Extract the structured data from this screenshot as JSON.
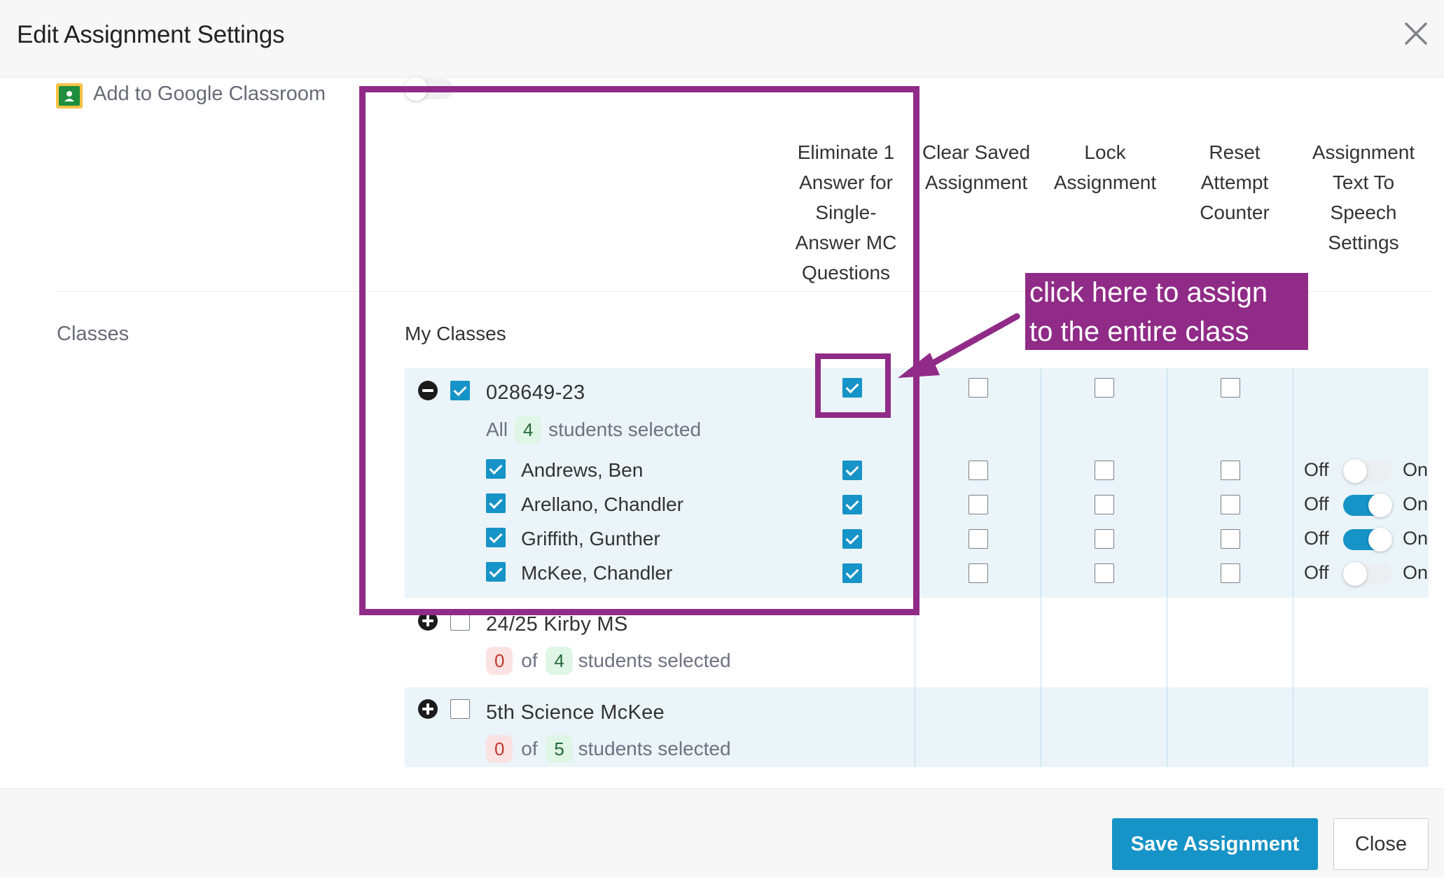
{
  "modal": {
    "title": "Edit Assignment Settings"
  },
  "google_classroom": {
    "label": "Add to Google Classroom",
    "enabled": false
  },
  "columns": [
    {
      "lines": [
        "Eliminate 1",
        "Answer for",
        "Single-",
        "Answer MC",
        "Questions"
      ]
    },
    {
      "lines": [
        "Clear Saved",
        "Assignment"
      ]
    },
    {
      "lines": [
        "Lock",
        "Assignment"
      ]
    },
    {
      "lines": [
        "Reset",
        "Attempt",
        "Counter"
      ]
    },
    {
      "lines": [
        "Assignment",
        "Text To",
        "Speech",
        "Settings"
      ]
    }
  ],
  "sections": {
    "classes_label": "Classes",
    "my_classes_label": "My Classes"
  },
  "classes": [
    {
      "name": "028649-23",
      "expanded": true,
      "checked": true,
      "selection": {
        "prefix": "All",
        "count": "4",
        "suffix": "students selected"
      },
      "column_checks": [
        true,
        false,
        false,
        false
      ],
      "students": [
        {
          "name": "Andrews, Ben",
          "checked": true,
          "eliminate": true,
          "clear": false,
          "lock": false,
          "reset": false,
          "tts_on": false
        },
        {
          "name": "Arellano, Chandler",
          "checked": true,
          "eliminate": true,
          "clear": false,
          "lock": false,
          "reset": false,
          "tts_on": true
        },
        {
          "name": "Griffith, Gunther",
          "checked": true,
          "eliminate": true,
          "clear": false,
          "lock": false,
          "reset": false,
          "tts_on": true
        },
        {
          "name": "McKee, Chandler",
          "checked": true,
          "eliminate": true,
          "clear": false,
          "lock": false,
          "reset": false,
          "tts_on": false
        }
      ]
    },
    {
      "name": "24/25 Kirby MS",
      "expanded": false,
      "checked": false,
      "selection": {
        "selected": "0",
        "of": "of",
        "count": "4",
        "suffix": "students selected"
      }
    },
    {
      "name": "5th Science McKee",
      "expanded": false,
      "checked": false,
      "selection": {
        "selected": "0",
        "of": "of",
        "count": "5",
        "suffix": "students selected"
      }
    }
  ],
  "tts_labels": {
    "off": "Off",
    "on": "On"
  },
  "annotation": {
    "callout_lines": [
      "click here to assign",
      "to the entire class"
    ],
    "color": "#902b87"
  },
  "footer": {
    "save_label": "Save Assignment",
    "close_label": "Close"
  },
  "colors": {
    "accent": "#1693c7",
    "band": "#eaf4f9",
    "annotation": "#902b87"
  }
}
